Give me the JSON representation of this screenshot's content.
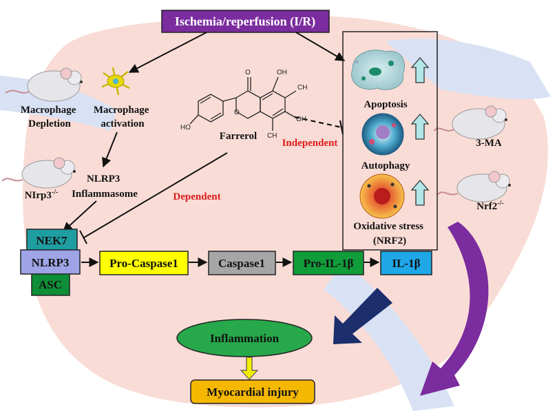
{
  "title": "Ischemia/reperfusion (I/R)",
  "left_column": {
    "macrophage_depletion": [
      "Macrophage",
      "Depletion"
    ],
    "macrophage_activation": [
      "Macrophage",
      "activation"
    ],
    "nlrp3_inflammasome": [
      "NLRP3",
      "Inflammasome"
    ],
    "nlrp3_ko": {
      "name": "NIrp3",
      "sup": "-/-"
    }
  },
  "drug": {
    "name": "Farrerol",
    "independent": "Independent",
    "dependent": "Dependent"
  },
  "effects_panel": {
    "apoptosis": "Apoptosis",
    "autophagy": "Autophagy",
    "oxidative": [
      "Oxidative stress",
      "(NRF2)"
    ]
  },
  "right_models": {
    "three_ma": "3-MA",
    "nrf2_ko": {
      "name": "Nrf2",
      "sup": "-/-"
    }
  },
  "complex": {
    "nek7": "NEK7",
    "nlrp3": "NLRP3",
    "asc": "ASC"
  },
  "pathway": {
    "pro_caspase1": "Pro-Caspase1",
    "caspase1": "Caspase1",
    "pro_il1b": "Pro-IL-1β",
    "il1b": "IL-1β"
  },
  "outcomes": {
    "inflammation": "Inflammation",
    "injury": "Myocardial injury"
  },
  "colors": {
    "title_bg": "#7b2c9e",
    "heart": "#f9dcd6",
    "vessel": "#d8e2f4",
    "nek7": "#1f9ea2",
    "nlrp3": "#9ea4e6",
    "asc": "#0e8f37",
    "pro_caspase1": "#ffff00",
    "caspase1": "#a6a6a6",
    "pro_il1b": "#119c3a",
    "il1b": "#1fa7e8",
    "inflammation": "#27a84a",
    "injury": "#f5b800",
    "up_arrow": "#b2e6e8",
    "big_arrow_navy": "#1c2e6b",
    "big_arrow_purple": "#7b2c9e"
  },
  "icons": [
    "mouse-icon",
    "macrophage-icon",
    "apoptotic-cell-icon",
    "autophagy-cell-icon",
    "oxidative-cell-icon",
    "up-arrow-icon",
    "farrerol-structure-icon"
  ]
}
